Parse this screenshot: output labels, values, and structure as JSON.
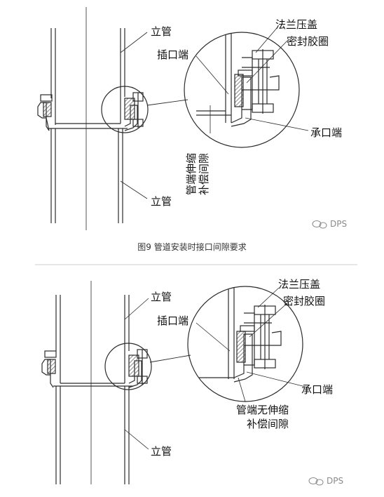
{
  "figure_top": {
    "labels": {
      "riser_upper": "立管",
      "riser_lower": "立管",
      "spigot_end": "插口端",
      "flange_gland": "法兰压盖",
      "seal_ring": "密封胶圈",
      "socket_end": "承口端",
      "gap_line1": "管端伸缩",
      "gap_line2": "补偿间隙"
    },
    "caption": "图9  管道安装时接口间隙要求",
    "watermark": "DPS"
  },
  "figure_bottom": {
    "labels": {
      "riser_upper": "立管",
      "riser_lower": "立管",
      "spigot_end": "插口端",
      "flange_gland": "法兰压盖",
      "seal_ring": "密封胶圈",
      "socket_end": "承口端",
      "gap_line1": "管端无伸缩",
      "gap_line2": "补偿间隙"
    },
    "watermark": "DPS"
  },
  "colors": {
    "line": "#2b2b2b",
    "hatch": "#555555",
    "text": "#111111",
    "caption": "#333333"
  }
}
